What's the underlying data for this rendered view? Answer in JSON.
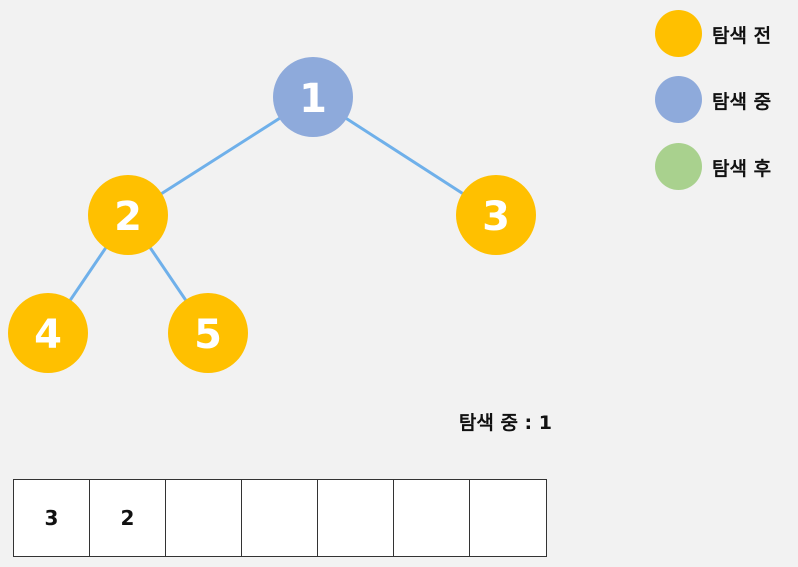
{
  "colors": {
    "before": "#ffc000",
    "visiting": "#8eaadb",
    "after": "#a9d18e",
    "edge": "#6fb0ea"
  },
  "tree": {
    "nodes": [
      {
        "id": "1",
        "label": "1",
        "state": "visiting"
      },
      {
        "id": "2",
        "label": "2",
        "state": "before"
      },
      {
        "id": "3",
        "label": "3",
        "state": "before"
      },
      {
        "id": "4",
        "label": "4",
        "state": "before"
      },
      {
        "id": "5",
        "label": "5",
        "state": "before"
      }
    ],
    "edges": [
      {
        "from": "1",
        "to": "2"
      },
      {
        "from": "1",
        "to": "3"
      },
      {
        "from": "2",
        "to": "4"
      },
      {
        "from": "2",
        "to": "5"
      }
    ]
  },
  "legend": {
    "items": [
      {
        "label": "탐색 전",
        "state": "before"
      },
      {
        "label": "탐색 중",
        "state": "visiting"
      },
      {
        "label": "탐색 후",
        "state": "after"
      }
    ]
  },
  "status": {
    "text": "탐색 중 : 1"
  },
  "queue": {
    "cells": [
      "3",
      "2",
      "",
      "",
      "",
      "",
      ""
    ]
  }
}
